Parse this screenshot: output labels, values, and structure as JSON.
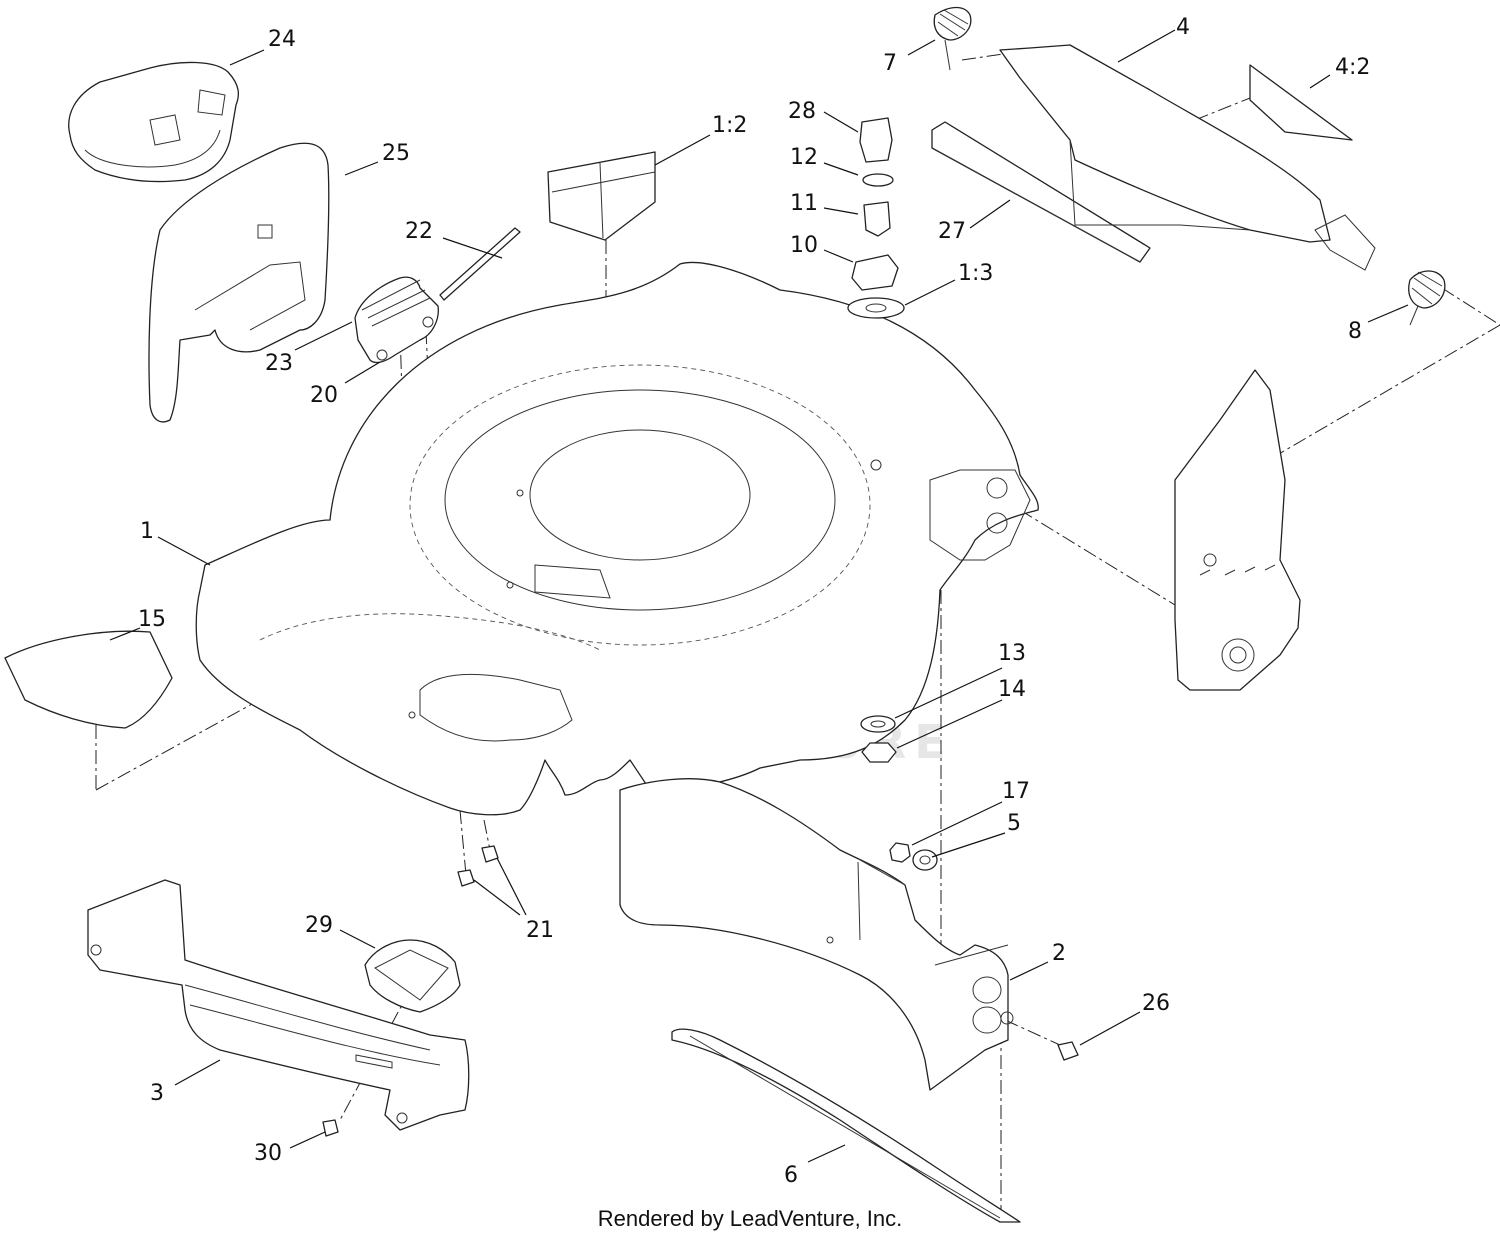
{
  "diagram": {
    "callouts": [
      "24",
      "25",
      "22",
      "23",
      "20",
      "1:2",
      "28",
      "12",
      "11",
      "10",
      "1:3",
      "27",
      "4",
      "4:2",
      "7",
      "8",
      "1",
      "15",
      "13",
      "14",
      "17",
      "5",
      "21",
      "29",
      "2",
      "26",
      "3",
      "30",
      "6"
    ],
    "watermark": "LEADVENTURE"
  },
  "footer": {
    "credit": "Rendered by LeadVenture, Inc."
  }
}
